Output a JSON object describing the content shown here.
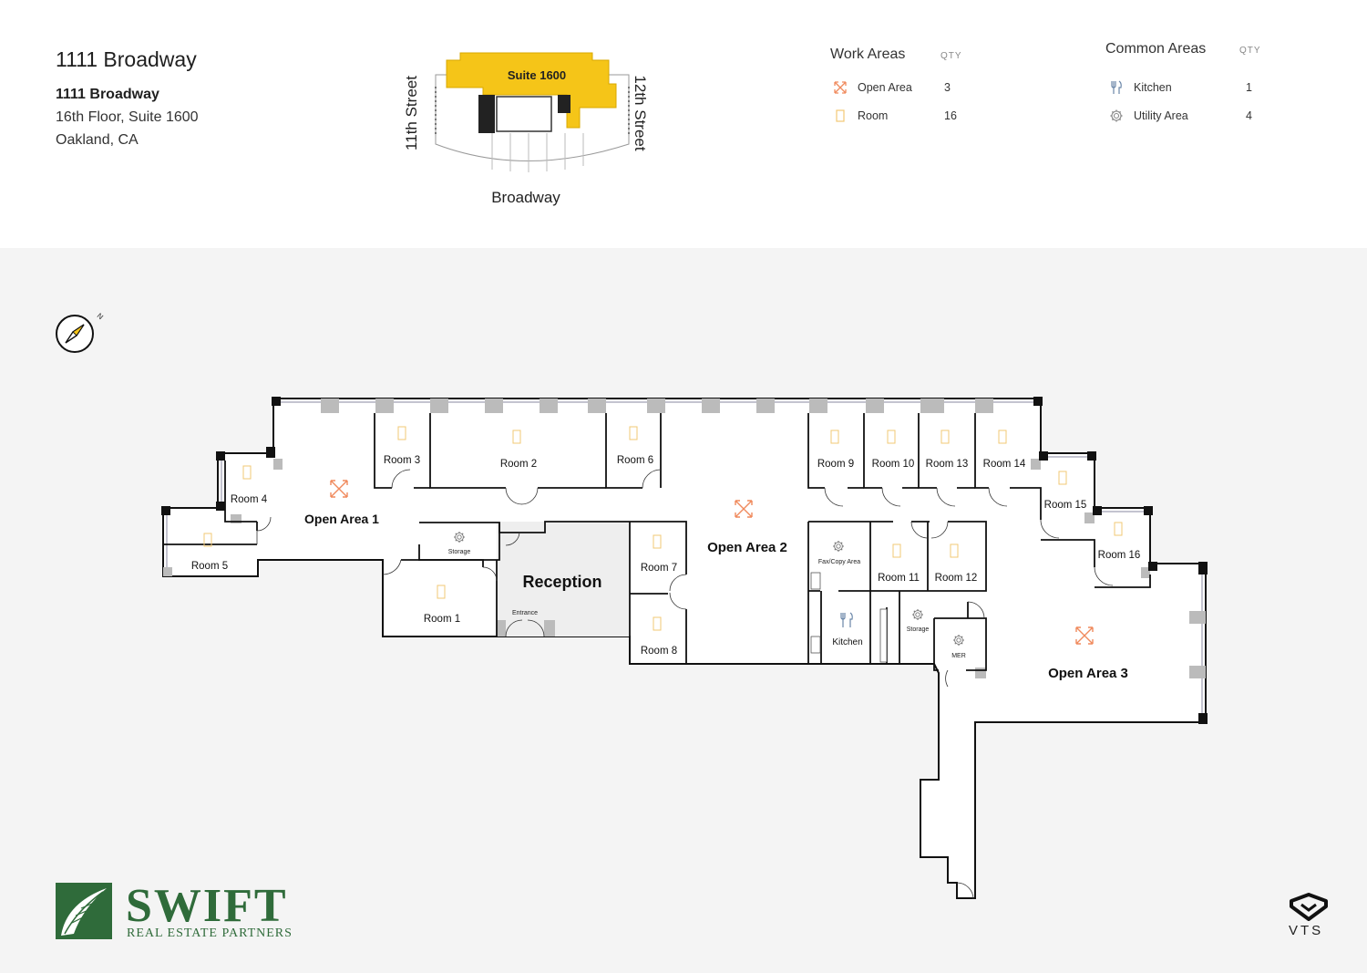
{
  "address": {
    "title": "1111 Broadway",
    "name": "1111 Broadway",
    "line1": "16th Floor, Suite 1600",
    "line2": "Oakland, CA"
  },
  "keyplan": {
    "suite_label": "Suite 1600",
    "street_left": "11th Street",
    "street_right": "12th Street",
    "street_bottom": "Broadway",
    "highlight_color": "#f5c518"
  },
  "legend": {
    "work": {
      "heading": "Work Areas",
      "qty_heading": "QTY",
      "items": [
        {
          "label": "Open Area",
          "qty": "3",
          "icon": "expand-arrows-icon"
        },
        {
          "label": "Room",
          "qty": "16",
          "icon": "room-rectangle-icon"
        }
      ]
    },
    "common": {
      "heading": "Common Areas",
      "qty_heading": "QTY",
      "items": [
        {
          "label": "Kitchen",
          "qty": "1",
          "icon": "fork-knife-icon"
        },
        {
          "label": "Utility Area",
          "qty": "4",
          "icon": "gear-icon"
        }
      ]
    }
  },
  "compass": {
    "north_label": "N"
  },
  "plan": {
    "rooms": {
      "room1": "Room 1",
      "room2": "Room 2",
      "room3": "Room 3",
      "room4": "Room 4",
      "room5": "Room 5",
      "room6": "Room 6",
      "room7": "Room 7",
      "room8": "Room 8",
      "room9": "Room 9",
      "room10": "Room 10",
      "room11": "Room 11",
      "room12": "Room 12",
      "room13": "Room 13",
      "room14": "Room 14",
      "room15": "Room 15",
      "room16": "Room 16"
    },
    "open1": "Open Area 1",
    "open2": "Open Area 2",
    "open3": "Open Area 3",
    "reception": "Reception",
    "entrance": "Entrance",
    "storage1": "Storage",
    "storage2": "Storage",
    "fax": "Fax/Copy Area",
    "kitchen": "Kitchen",
    "mer": "MER",
    "colors": {
      "room_icon": "#f2c874",
      "open_icon": "#f08a5d",
      "utility_icon": "#888888",
      "kitchen_icon": "#6a86a8",
      "reception_fill": "#eeeeee"
    }
  },
  "branding": {
    "logo_word": "SWIFT",
    "logo_sub": "REAL ESTATE PARTNERS",
    "logo_color": "#2f6b3a",
    "vts": "VTS"
  }
}
